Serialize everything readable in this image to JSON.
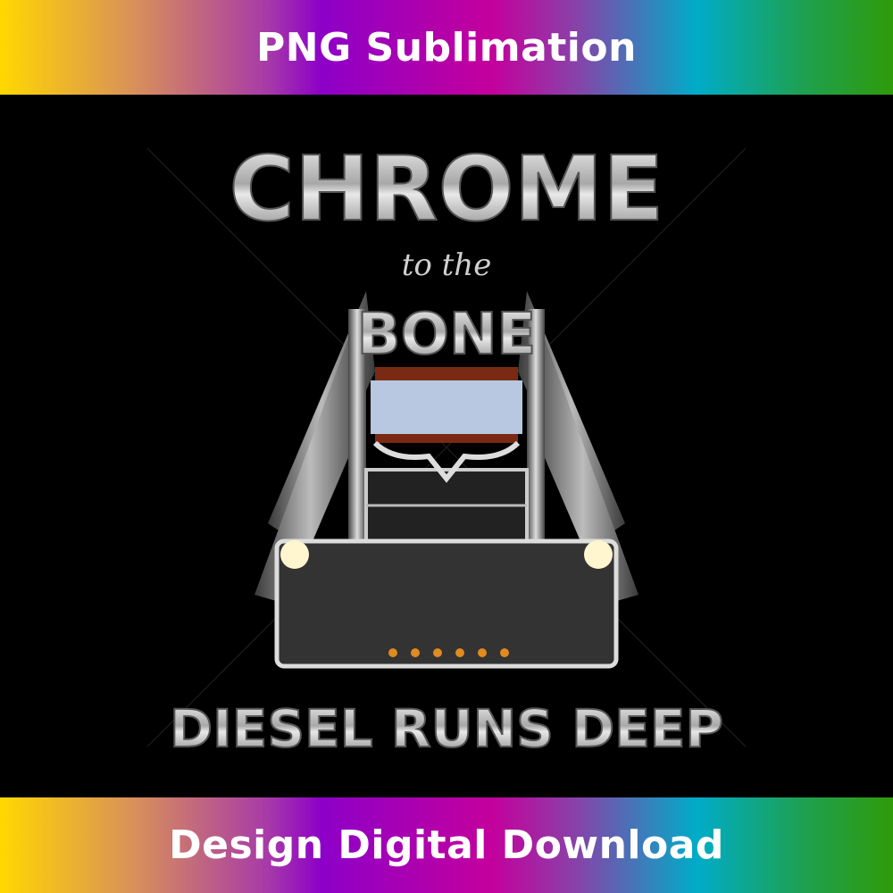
{
  "banner_top": {
    "label": "PNG Sublimation"
  },
  "banner_bottom": {
    "label": "Design Digital Download"
  },
  "design": {
    "title_line1": "CHROME",
    "title_line2": "to the",
    "title_line3": "BONE",
    "tagline": "DIESEL RUNS DEEP"
  },
  "colors": {
    "background": "#000000",
    "text": "#ffffff"
  }
}
